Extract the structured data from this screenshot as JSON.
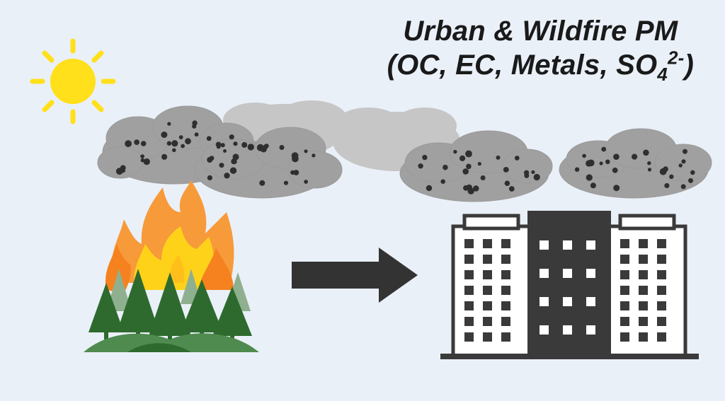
{
  "title": {
    "line1": "Urban & Wildfire PM",
    "line2_open": "(OC, EC, Metals, SO",
    "line2_subscript": "4",
    "line2_superscript": "2-",
    "line2_close": ")"
  },
  "icons": {
    "sun": "sun-icon",
    "clouds": "particulate-cloud-icon",
    "fire": "wildfire-icon",
    "trees": "forest-icon",
    "arrow": "transport-arrow-icon",
    "building": "city-building-icon"
  },
  "colors": {
    "background": "#eaf0f8",
    "sun": "#ffe01a",
    "cloud": "#9e9e9e",
    "cloud_light": "#c2c2c2",
    "particle": "#2f2f2f",
    "flame_orange": "#f5821f",
    "flame_yellow": "#ffd21a",
    "tree_dark": "#2e6a2e",
    "tree_light": "#6f9a6f",
    "building": "#3a3a3a",
    "arrow": "#333333"
  }
}
